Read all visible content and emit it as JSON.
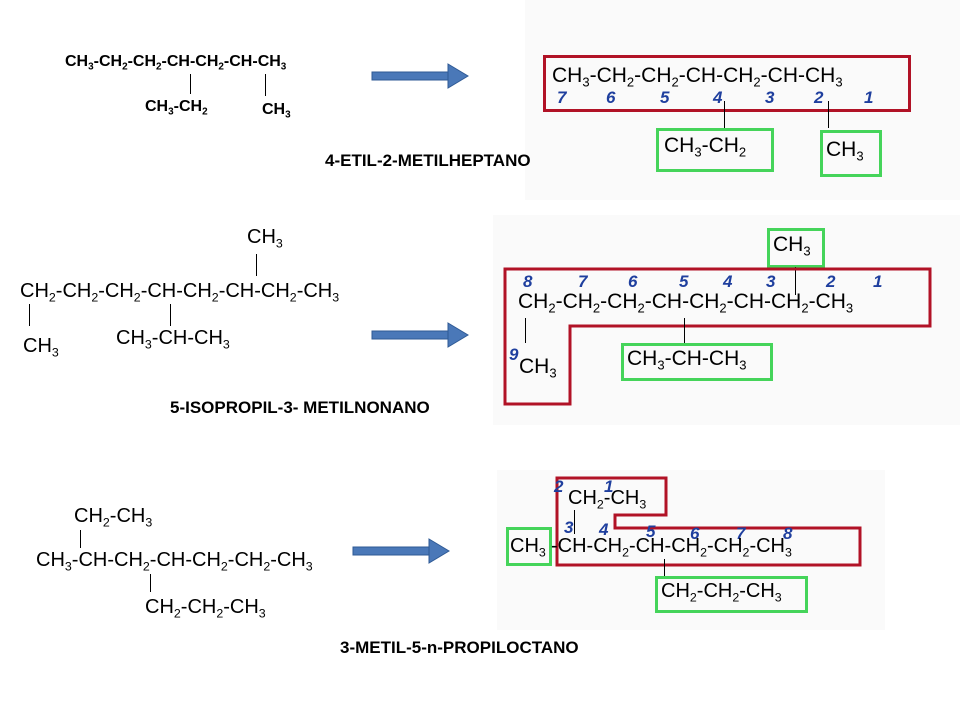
{
  "colors": {
    "arrow": "#4a78b8",
    "main_chain_box": "#b11226",
    "branch_box": "#45d45a",
    "number": "#1f3f9e"
  },
  "ex1": {
    "left": {
      "chain": [
        "CH",
        "3",
        "-CH",
        "2",
        "-CH",
        "2",
        "-CH-CH",
        "2",
        "-CH-CH",
        "3"
      ],
      "branch_a": [
        "CH",
        "3",
        "-CH",
        "2"
      ],
      "branch_b": [
        "CH",
        "3"
      ]
    },
    "right": {
      "chain": [
        "CH",
        "3",
        "-CH",
        "2",
        "-CH",
        "2",
        "-CH-CH",
        "2",
        "-CH-CH",
        "3"
      ],
      "branch_a": [
        "CH",
        "3",
        "-CH",
        "2"
      ],
      "branch_b": [
        "CH",
        "3"
      ],
      "numbers": [
        "7",
        "6",
        "5",
        "4",
        "3",
        "2",
        "1"
      ]
    },
    "name": "4-ETIL-2-METILHEPTANO"
  },
  "ex2": {
    "left": {
      "top": [
        "CH",
        "3"
      ],
      "chain": [
        "CH",
        "2",
        "-CH",
        "2",
        "-CH",
        "2",
        "-CH-CH",
        "2",
        "-CH-CH",
        "2",
        "-CH",
        "3"
      ],
      "branch_a": [
        "CH",
        "3"
      ],
      "branch_b": [
        "CH",
        "3",
        "-CH-CH",
        "3"
      ]
    },
    "right": {
      "top": [
        "CH",
        "3"
      ],
      "chain": [
        "CH",
        "2",
        "-CH",
        "2",
        "-CH",
        "2",
        "-CH-CH",
        "2",
        "-CH-CH",
        "2",
        "-CH",
        "3"
      ],
      "branch_a": [
        "CH",
        "3"
      ],
      "branch_b": [
        "CH",
        "3",
        "-CH-CH",
        "3"
      ],
      "numbers": [
        "8",
        "7",
        "6",
        "5",
        "4",
        "3",
        "2",
        "1",
        "9"
      ]
    },
    "name": "5-ISOPROPIL-3- METILNONANO"
  },
  "ex3": {
    "left": {
      "top": [
        "CH",
        "2",
        "-CH",
        "3"
      ],
      "chain": [
        "CH",
        "3",
        "-CH-CH",
        "2",
        "-CH-CH",
        "2",
        "-CH",
        "2",
        "-CH",
        "3"
      ],
      "bottom": [
        "CH",
        "2",
        "-CH",
        "2",
        "-CH",
        "3"
      ]
    },
    "right": {
      "top": [
        "CH",
        "2",
        "-CH",
        "3"
      ],
      "methyl": [
        "CH",
        "3"
      ],
      "chain": [
        "-CH-CH",
        "2",
        "-CH-CH",
        "2",
        "-CH",
        "2",
        "-CH",
        "3"
      ],
      "bottom": [
        "CH",
        "2",
        "-CH",
        "2",
        "-CH",
        "3"
      ],
      "numbers": [
        "2",
        "1",
        "3",
        "4",
        "5",
        "6",
        "7",
        "8"
      ]
    },
    "name": "3-METIL-5-n-PROPILOCTANO"
  }
}
